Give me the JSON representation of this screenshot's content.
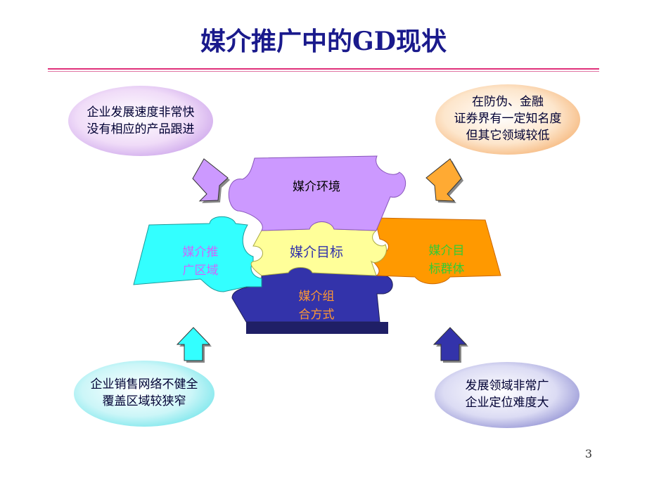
{
  "slide": {
    "title": "媒介推广中的GD现状",
    "page_number": "3"
  },
  "ellipses": {
    "top_left": {
      "line1": "企业发展速度非常快",
      "line2": "没有相应的产品跟进"
    },
    "top_right": {
      "line1": "在防伪、金融",
      "line2": "证券界有一定知名度",
      "line3": "但其它领域较低"
    },
    "bottom_left": {
      "line1": "企业销售网络不健全",
      "line2": "覆盖区域较狭窄"
    },
    "bottom_right": {
      "line1": "发展领域非常广",
      "line2": "企业定位难度大"
    }
  },
  "puzzle": {
    "top": "媒介环境",
    "center": "媒介目标",
    "left": {
      "line1": "媒介推",
      "line2": "广区域"
    },
    "right": {
      "line1": "媒介目",
      "line2": "标群体"
    },
    "bottom": {
      "line1": "媒介组",
      "line2": "合方式"
    }
  },
  "colors": {
    "title": "#1a1a8c",
    "top_piece": "#cc99ff",
    "center_piece": "#ffff99",
    "left_piece": "#33ffff",
    "right_piece": "#ff9900",
    "bottom_piece": "#3333aa",
    "arrow_top_left": "#cc99ff",
    "arrow_top_right": "#ffaa33",
    "arrow_bottom_left": "#33ffff",
    "arrow_bottom_right": "#3333aa"
  }
}
